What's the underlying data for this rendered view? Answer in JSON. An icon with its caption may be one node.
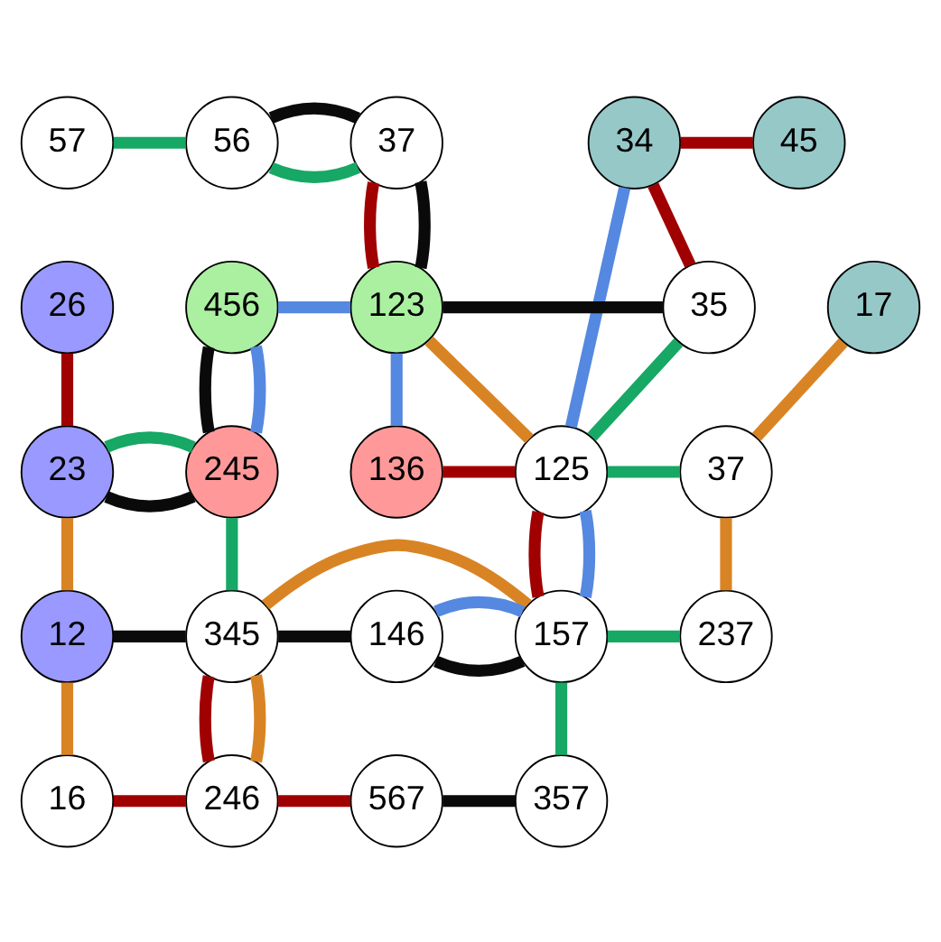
{
  "diagram": {
    "nodes": [
      {
        "text": [
          "57"
        ]
      },
      {
        "text": [
          "56"
        ]
      },
      {
        "text": [
          "37"
        ]
      },
      {
        "text": [
          "34"
        ]
      },
      {
        "text": [
          "45"
        ]
      },
      {
        "text": [
          "26"
        ]
      },
      {
        "text": [
          "456"
        ]
      },
      {
        "text": [
          "123"
        ]
      },
      {
        "text": [
          "35"
        ]
      },
      {
        "text": [
          "17"
        ]
      },
      {
        "text": [
          "23"
        ]
      },
      {
        "text": [
          "245"
        ]
      },
      {
        "text": [
          "136"
        ]
      },
      {
        "text": [
          "125"
        ]
      },
      {
        "text": [
          "37"
        ]
      },
      {
        "text": [
          "12"
        ]
      },
      {
        "text": [
          "345"
        ]
      },
      {
        "text": [
          "146"
        ]
      },
      {
        "text": [
          "157"
        ]
      },
      {
        "text": [
          "237"
        ]
      },
      {
        "text": [
          "16"
        ]
      },
      {
        "text": [
          "246"
        ]
      },
      {
        "text": [
          "567"
        ]
      },
      {
        "text": [
          "357"
        ]
      }
    ],
    "edges": [
      {
        "from": 0,
        "to": 1,
        "arrow": "none",
        "color": "#16a864"
      },
      {
        "from": 1,
        "to": 2,
        "arrow": "none",
        "color": "#16a864"
      },
      {
        "from": 1,
        "to": 2,
        "arrow": "none",
        "color": "#0a0a0a"
      },
      {
        "from": 2,
        "to": 7,
        "arrow": "none",
        "color": "#a00000"
      },
      {
        "from": 2,
        "to": 7,
        "arrow": "none",
        "color": "#0a0a0a"
      },
      {
        "from": 3,
        "to": 4,
        "arrow": "none",
        "color": "#a00000"
      },
      {
        "from": 3,
        "to": 8,
        "arrow": "none",
        "color": "#a00000"
      },
      {
        "from": 3,
        "to": 13,
        "arrow": "none",
        "color": "#5588e0"
      },
      {
        "from": 5,
        "to": 10,
        "arrow": "none",
        "color": "#a00000"
      },
      {
        "from": 6,
        "to": 7,
        "arrow": "none",
        "color": "#5588e0"
      },
      {
        "from": 6,
        "to": 11,
        "arrow": "none",
        "color": "#0a0a0a"
      },
      {
        "from": 6,
        "to": 11,
        "arrow": "none",
        "color": "#5588e0"
      },
      {
        "from": 7,
        "to": 8,
        "arrow": "none",
        "color": "#0a0a0a"
      },
      {
        "from": 7,
        "to": 12,
        "arrow": "none",
        "color": "#5588e0"
      },
      {
        "from": 7,
        "to": 13,
        "arrow": "none",
        "color": "#d98424"
      },
      {
        "from": 8,
        "to": 13,
        "arrow": "none",
        "color": "#16a864"
      },
      {
        "from": 9,
        "to": 14,
        "arrow": "none",
        "color": "#d98424"
      },
      {
        "from": 10,
        "to": 11,
        "arrow": "none",
        "color": "#0a0a0a"
      },
      {
        "from": 10,
        "to": 11,
        "arrow": "none",
        "color": "#16a864"
      },
      {
        "from": 10,
        "to": 15,
        "arrow": "none",
        "color": "#d98424"
      },
      {
        "from": 11,
        "to": 16,
        "arrow": "none",
        "color": "#16a864"
      },
      {
        "from": 12,
        "to": 13,
        "arrow": "none",
        "color": "#a00000"
      },
      {
        "from": 13,
        "to": 14,
        "arrow": "none",
        "color": "#16a864"
      },
      {
        "from": 13,
        "to": 18,
        "arrow": "none",
        "color": "#a00000"
      },
      {
        "from": 13,
        "to": 18,
        "arrow": "none",
        "color": "#5588e0"
      },
      {
        "from": 14,
        "to": 19,
        "arrow": "none",
        "color": "#d98424"
      },
      {
        "from": 15,
        "to": 16,
        "arrow": "none",
        "color": "#0a0a0a"
      },
      {
        "from": 16,
        "to": 17,
        "arrow": "none",
        "color": "#0a0a0a"
      },
      {
        "from": 17,
        "to": 18,
        "arrow": "none",
        "color": "#0a0a0a"
      },
      {
        "from": 17,
        "to": 18,
        "arrow": "none",
        "color": "#5588e0"
      },
      {
        "from": 18,
        "to": 19,
        "arrow": "none",
        "color": "#16a864"
      },
      {
        "from": 18,
        "to": 23,
        "arrow": "none",
        "color": "#16a864"
      },
      {
        "from": 16,
        "to": 18,
        "arrow": "none",
        "color": "#d98424"
      },
      {
        "from": 16,
        "to": 21,
        "arrow": "none",
        "color": "#a00000"
      },
      {
        "from": 16,
        "to": 21,
        "arrow": "none",
        "color": "#d98424"
      },
      {
        "from": 15,
        "to": 20,
        "arrow": "none",
        "color": "#d98424"
      },
      {
        "from": 20,
        "to": 21,
        "arrow": "none",
        "color": "#a00000"
      },
      {
        "from": 21,
        "to": 22,
        "arrow": "none",
        "color": "#a00000"
      },
      {
        "from": 22,
        "to": 23,
        "arrow": "none",
        "color": "#0a0a0a"
      }
    ]
  }
}
